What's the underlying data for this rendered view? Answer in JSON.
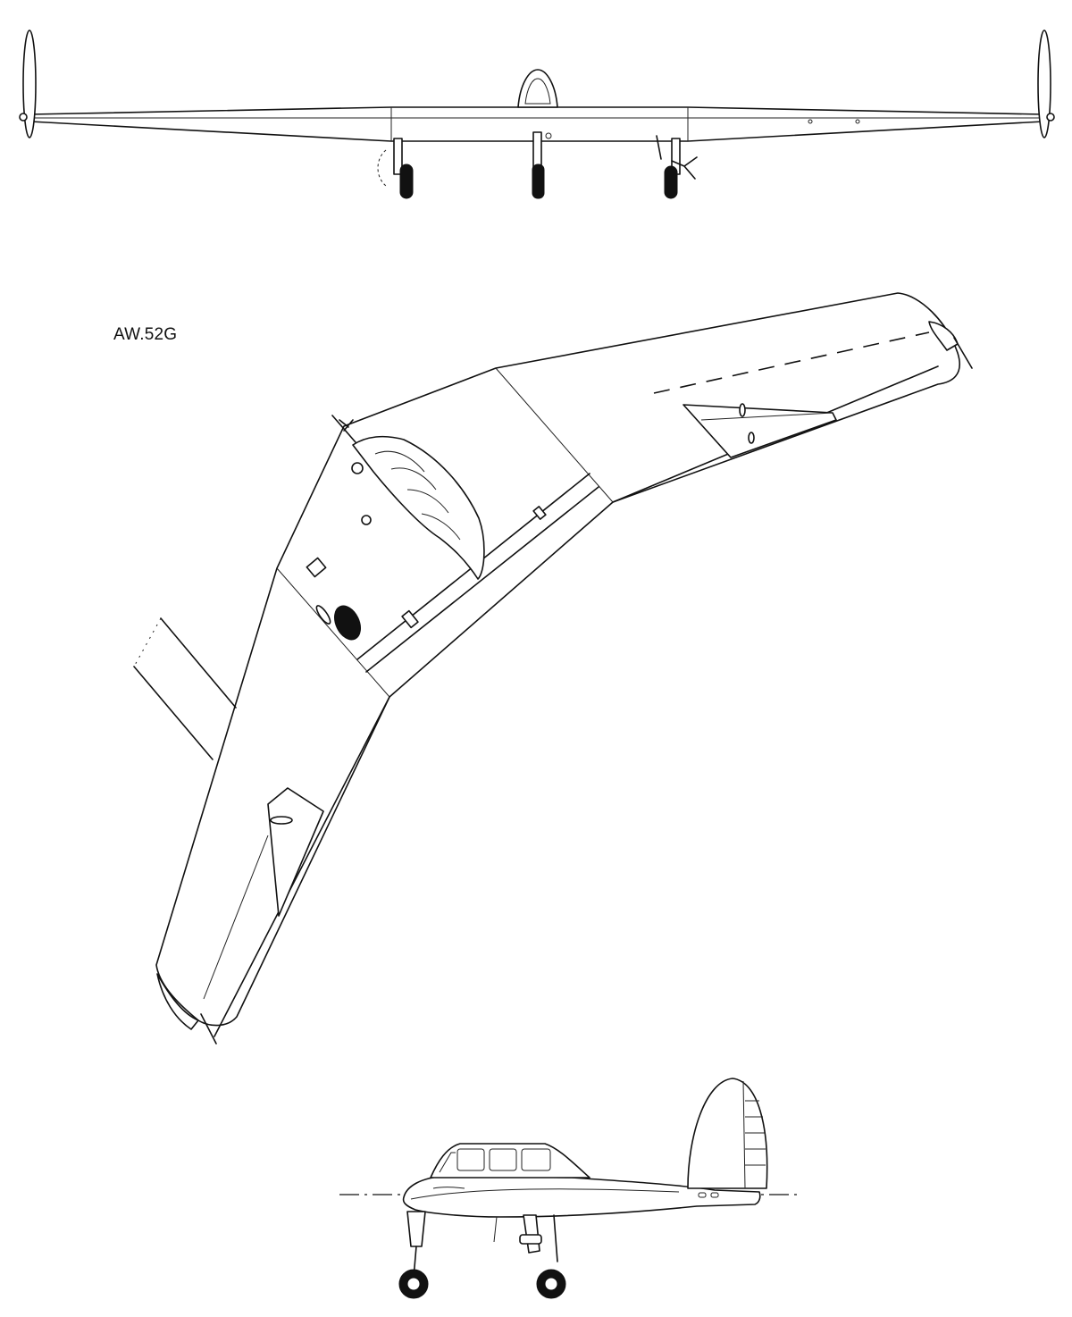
{
  "drawing": {
    "label": "AW.52G",
    "views": [
      "front-view",
      "plan-view",
      "side-view"
    ]
  },
  "colors": {
    "background": "#ffffff",
    "line": "#111111"
  }
}
